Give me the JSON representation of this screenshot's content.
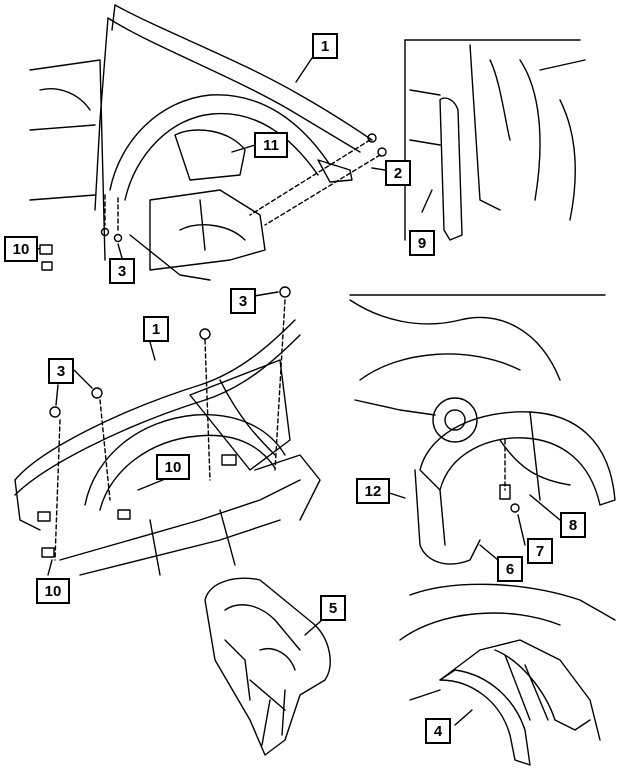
{
  "callouts": {
    "c1_top": "1",
    "c11": "11",
    "c2": "2",
    "c9": "9",
    "c10_top": "10",
    "c3_top": "3",
    "c3_mid": "3",
    "c1_mid": "1",
    "c3_left": "3",
    "c10_mid": "10",
    "c10_bottom": "10",
    "c12": "12",
    "c8": "8",
    "c7": "7",
    "c6": "6",
    "c5": "5",
    "c4": "4"
  }
}
